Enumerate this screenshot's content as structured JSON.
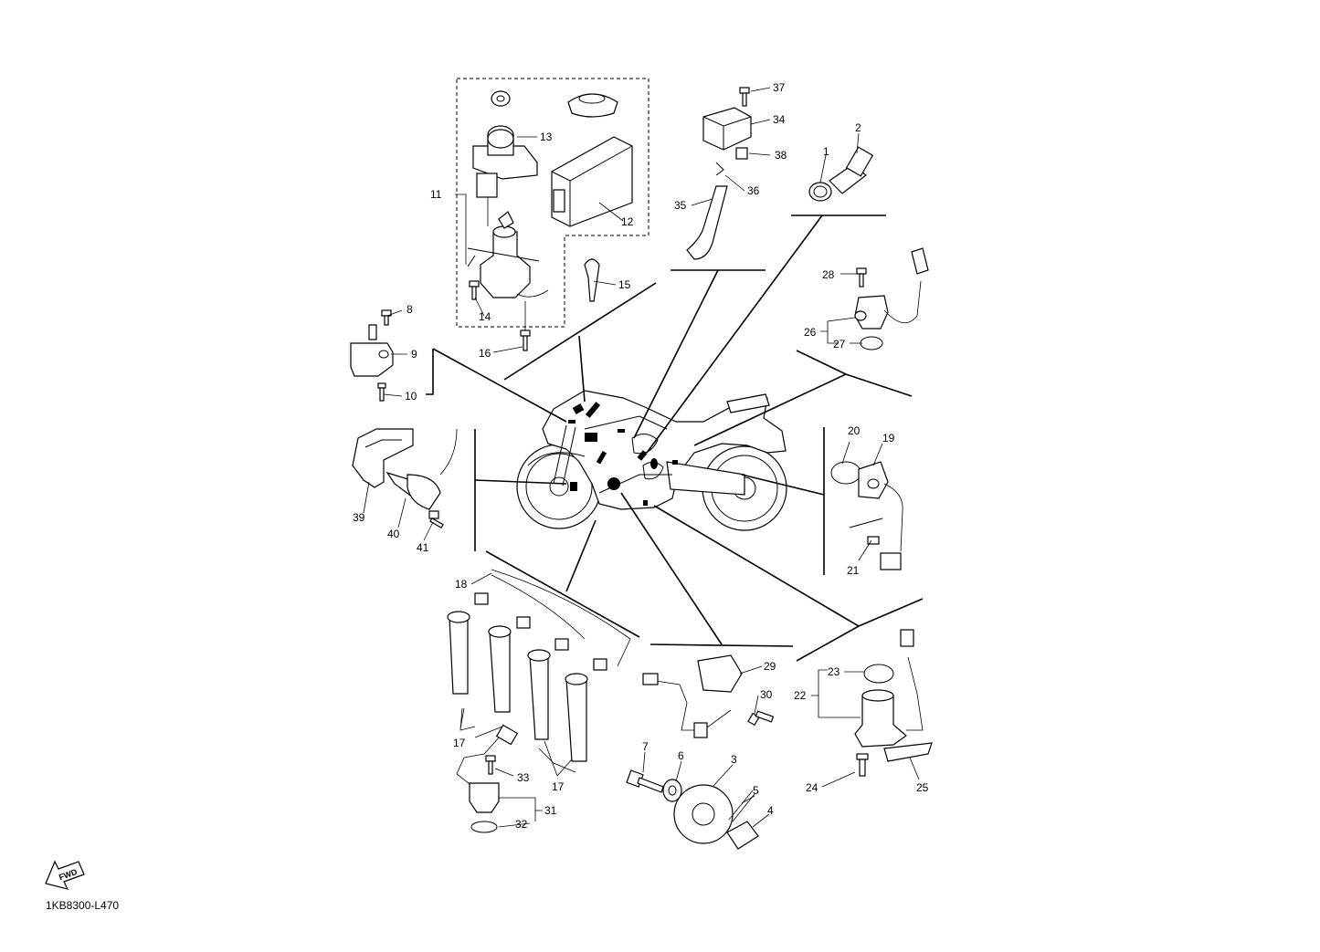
{
  "diagram": {
    "code": "1KB8300-L470",
    "fwd_mark": "FWD",
    "labels": [
      {
        "id": "1",
        "text": "1"
      },
      {
        "id": "2",
        "text": "2"
      },
      {
        "id": "3",
        "text": "3"
      },
      {
        "id": "4",
        "text": "4"
      },
      {
        "id": "5",
        "text": "5"
      },
      {
        "id": "6",
        "text": "6"
      },
      {
        "id": "7",
        "text": "7"
      },
      {
        "id": "8",
        "text": "8"
      },
      {
        "id": "9",
        "text": "9"
      },
      {
        "id": "10",
        "text": "10"
      },
      {
        "id": "11",
        "text": "11"
      },
      {
        "id": "12",
        "text": "12"
      },
      {
        "id": "13",
        "text": "13"
      },
      {
        "id": "14",
        "text": "14"
      },
      {
        "id": "15",
        "text": "15"
      },
      {
        "id": "16",
        "text": "16"
      },
      {
        "id": "17a",
        "text": "17"
      },
      {
        "id": "17b",
        "text": "17"
      },
      {
        "id": "18",
        "text": "18"
      },
      {
        "id": "19",
        "text": "19"
      },
      {
        "id": "20",
        "text": "20"
      },
      {
        "id": "21",
        "text": "21"
      },
      {
        "id": "22",
        "text": "22"
      },
      {
        "id": "23",
        "text": "23"
      },
      {
        "id": "24",
        "text": "24"
      },
      {
        "id": "25",
        "text": "25"
      },
      {
        "id": "26",
        "text": "26"
      },
      {
        "id": "27",
        "text": "27"
      },
      {
        "id": "28",
        "text": "28"
      },
      {
        "id": "29",
        "text": "29"
      },
      {
        "id": "30",
        "text": "30"
      },
      {
        "id": "31",
        "text": "31"
      },
      {
        "id": "32",
        "text": "32"
      },
      {
        "id": "33",
        "text": "33"
      },
      {
        "id": "34",
        "text": "34"
      },
      {
        "id": "35",
        "text": "35"
      },
      {
        "id": "36",
        "text": "36"
      },
      {
        "id": "37",
        "text": "37"
      },
      {
        "id": "38",
        "text": "38"
      },
      {
        "id": "39",
        "text": "39"
      },
      {
        "id": "40",
        "text": "40"
      },
      {
        "id": "41",
        "text": "41"
      }
    ]
  }
}
